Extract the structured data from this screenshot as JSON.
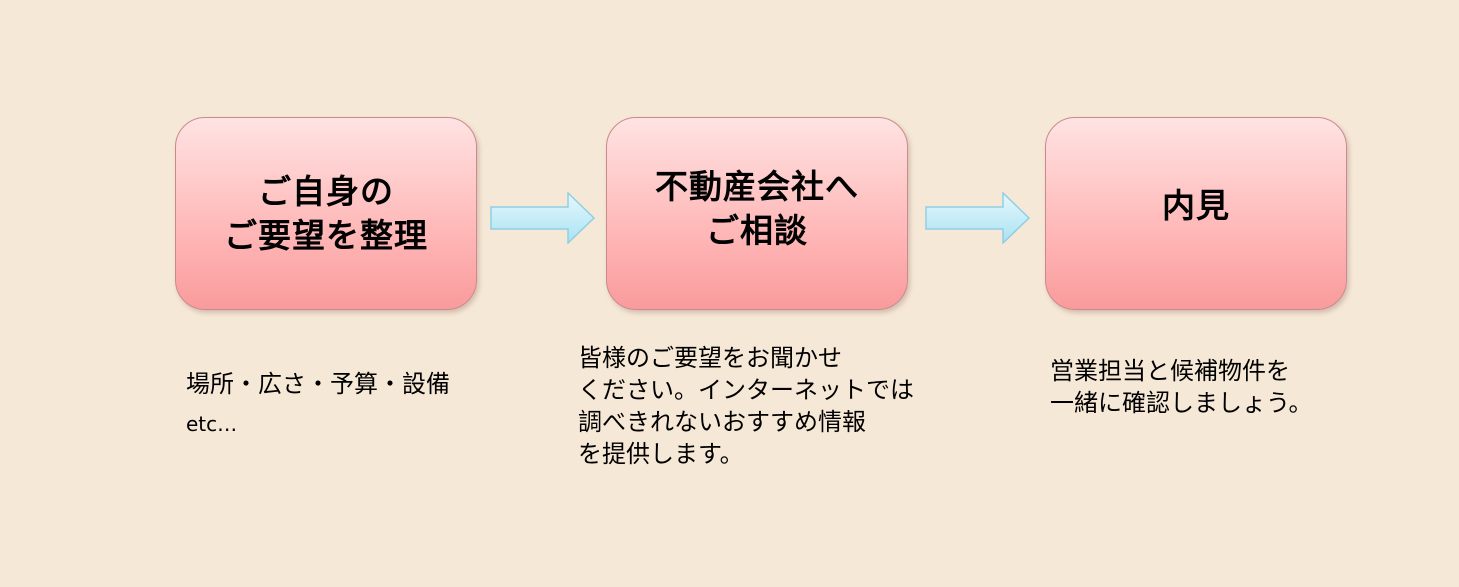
{
  "steps": [
    {
      "title": "ご自身の\nご要望を整理",
      "description": "場所・広さ・予算・設備",
      "description_extra": "etc…"
    },
    {
      "title": "不動産会社へ\nご相談",
      "description": "皆様のご要望をお聞かせ\nください。インターネットでは\n調べきれないおすすめ情報\nを提供します。"
    },
    {
      "title": "内見",
      "description": "営業担当と候補物件を\n一緒に確認しましょう。"
    }
  ],
  "colors": {
    "background": "#f6e8d6",
    "box_fill_top": "#ffe3e3",
    "box_fill_bottom": "#f99b9c",
    "box_border": "#c98a8f",
    "arrow_fill": "#c9eefa",
    "arrow_stroke": "#8fcfe3"
  },
  "icons": {
    "connector": "right-arrow-icon"
  }
}
